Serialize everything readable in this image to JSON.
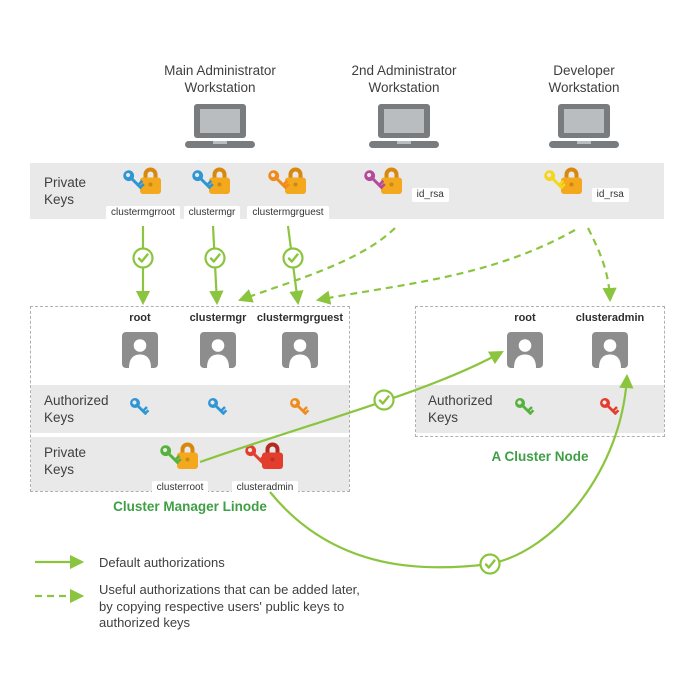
{
  "workstations": [
    {
      "line1": "Main Administrator",
      "line2": "Workstation"
    },
    {
      "line1": "2nd Administrator",
      "line2": "Workstation"
    },
    {
      "line1": "Developer",
      "line2": "Workstation"
    }
  ],
  "top_band": {
    "label_line1": "Private",
    "label_line2": "Keys",
    "keys": [
      {
        "label": "clustermgrroot",
        "key_color": "#2e96d5",
        "lock_color": "#f4a81d",
        "lock_dark": "#d9880f"
      },
      {
        "label": "clustermgr",
        "key_color": "#2e96d5",
        "lock_color": "#f4a81d",
        "lock_dark": "#d9880f"
      },
      {
        "label": "clustermgrguest",
        "key_color": "#ef8b1d",
        "lock_color": "#f4a81d",
        "lock_dark": "#d9880f"
      },
      {
        "label": "id_rsa",
        "key_color": "#b44a9c",
        "lock_color": "#f4a81d",
        "lock_dark": "#d9880f"
      },
      {
        "label": "id_rsa",
        "key_color": "#f6d61b",
        "lock_color": "#f4a81d",
        "lock_dark": "#d9880f"
      }
    ]
  },
  "cluster_manager": {
    "title": "Cluster Manager Linode",
    "users": [
      {
        "name": "root"
      },
      {
        "name": "clustermgr"
      },
      {
        "name": "clustermgrguest"
      }
    ],
    "authorized": {
      "label_line1": "Authorized",
      "label_line2": "Keys",
      "keys": [
        {
          "color": "#2e96d5"
        },
        {
          "color": "#2e96d5"
        },
        {
          "color": "#ef8b1d"
        }
      ]
    },
    "private": {
      "label_line1": "Private",
      "label_line2": "Keys",
      "keys": [
        {
          "label": "clusterroot",
          "key_color": "#56b23c",
          "lock_color": "#f4a81d",
          "lock_dark": "#d9880f"
        },
        {
          "label": "clusteradmin",
          "key_color": "#e33d2e",
          "lock_color": "#e33d2e",
          "lock_dark": "#b32b1e"
        }
      ]
    }
  },
  "cluster_node": {
    "title": "A Cluster Node",
    "users": [
      {
        "name": "root"
      },
      {
        "name": "clusteradmin"
      }
    ],
    "authorized": {
      "label_line1": "Authorized",
      "label_line2": "Keys",
      "keys": [
        {
          "color": "#56b23c"
        },
        {
          "color": "#e33d2e"
        }
      ]
    }
  },
  "legend": {
    "solid_label": "Default authorizations",
    "dashed_line1": "Useful authorizations that can be added later,",
    "dashed_line2": "by copying respective users' public keys to",
    "dashed_line3": "authorized keys"
  },
  "colors": {
    "arrow-green": "#8bc53f",
    "title-green": "#3f9f46",
    "band-gray": "#e9e9e9",
    "icon-gray": "#8d8d8d",
    "text": "#3f3f3f"
  }
}
